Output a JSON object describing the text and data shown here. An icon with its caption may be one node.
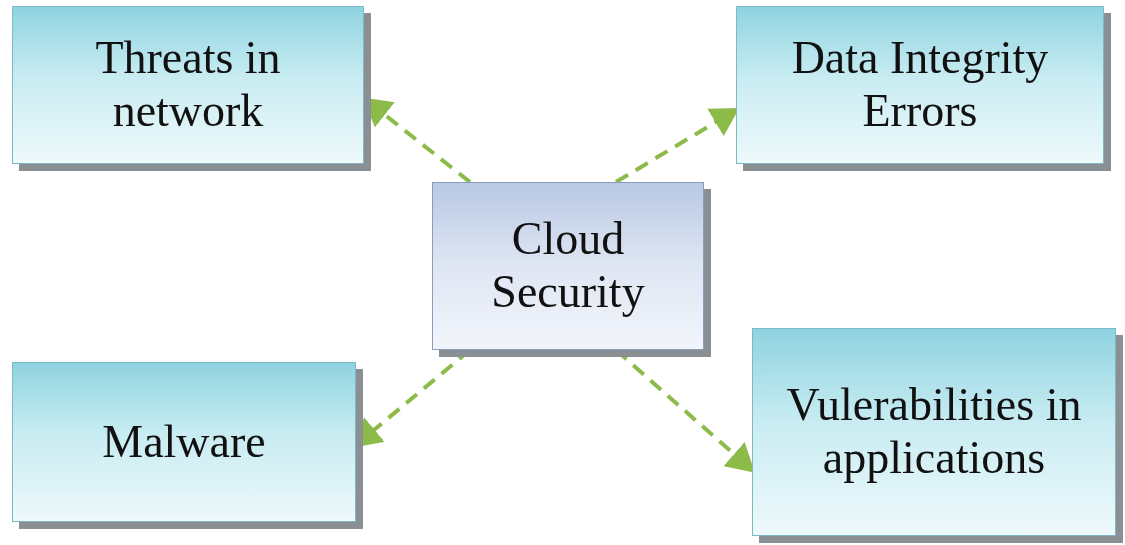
{
  "diagram": {
    "nodes": [
      {
        "text": [
          "Cloud Security"
        ]
      },
      {
        "text": [
          "Threats in network"
        ]
      },
      {
        "text": [
          "Data Integrity Errors"
        ]
      },
      {
        "text": [
          "Malware"
        ]
      },
      {
        "text": [
          "Vulerabilities in applications"
        ]
      }
    ],
    "edges": [
      {
        "from": 0,
        "to": 1,
        "arrow": "to",
        "style": "dashed"
      },
      {
        "from": 0,
        "to": 2,
        "arrow": "to",
        "style": "dashed"
      },
      {
        "from": 0,
        "to": 3,
        "arrow": "to",
        "style": "dashed"
      },
      {
        "from": 0,
        "to": 4,
        "arrow": "to",
        "style": "dashed"
      }
    ]
  }
}
